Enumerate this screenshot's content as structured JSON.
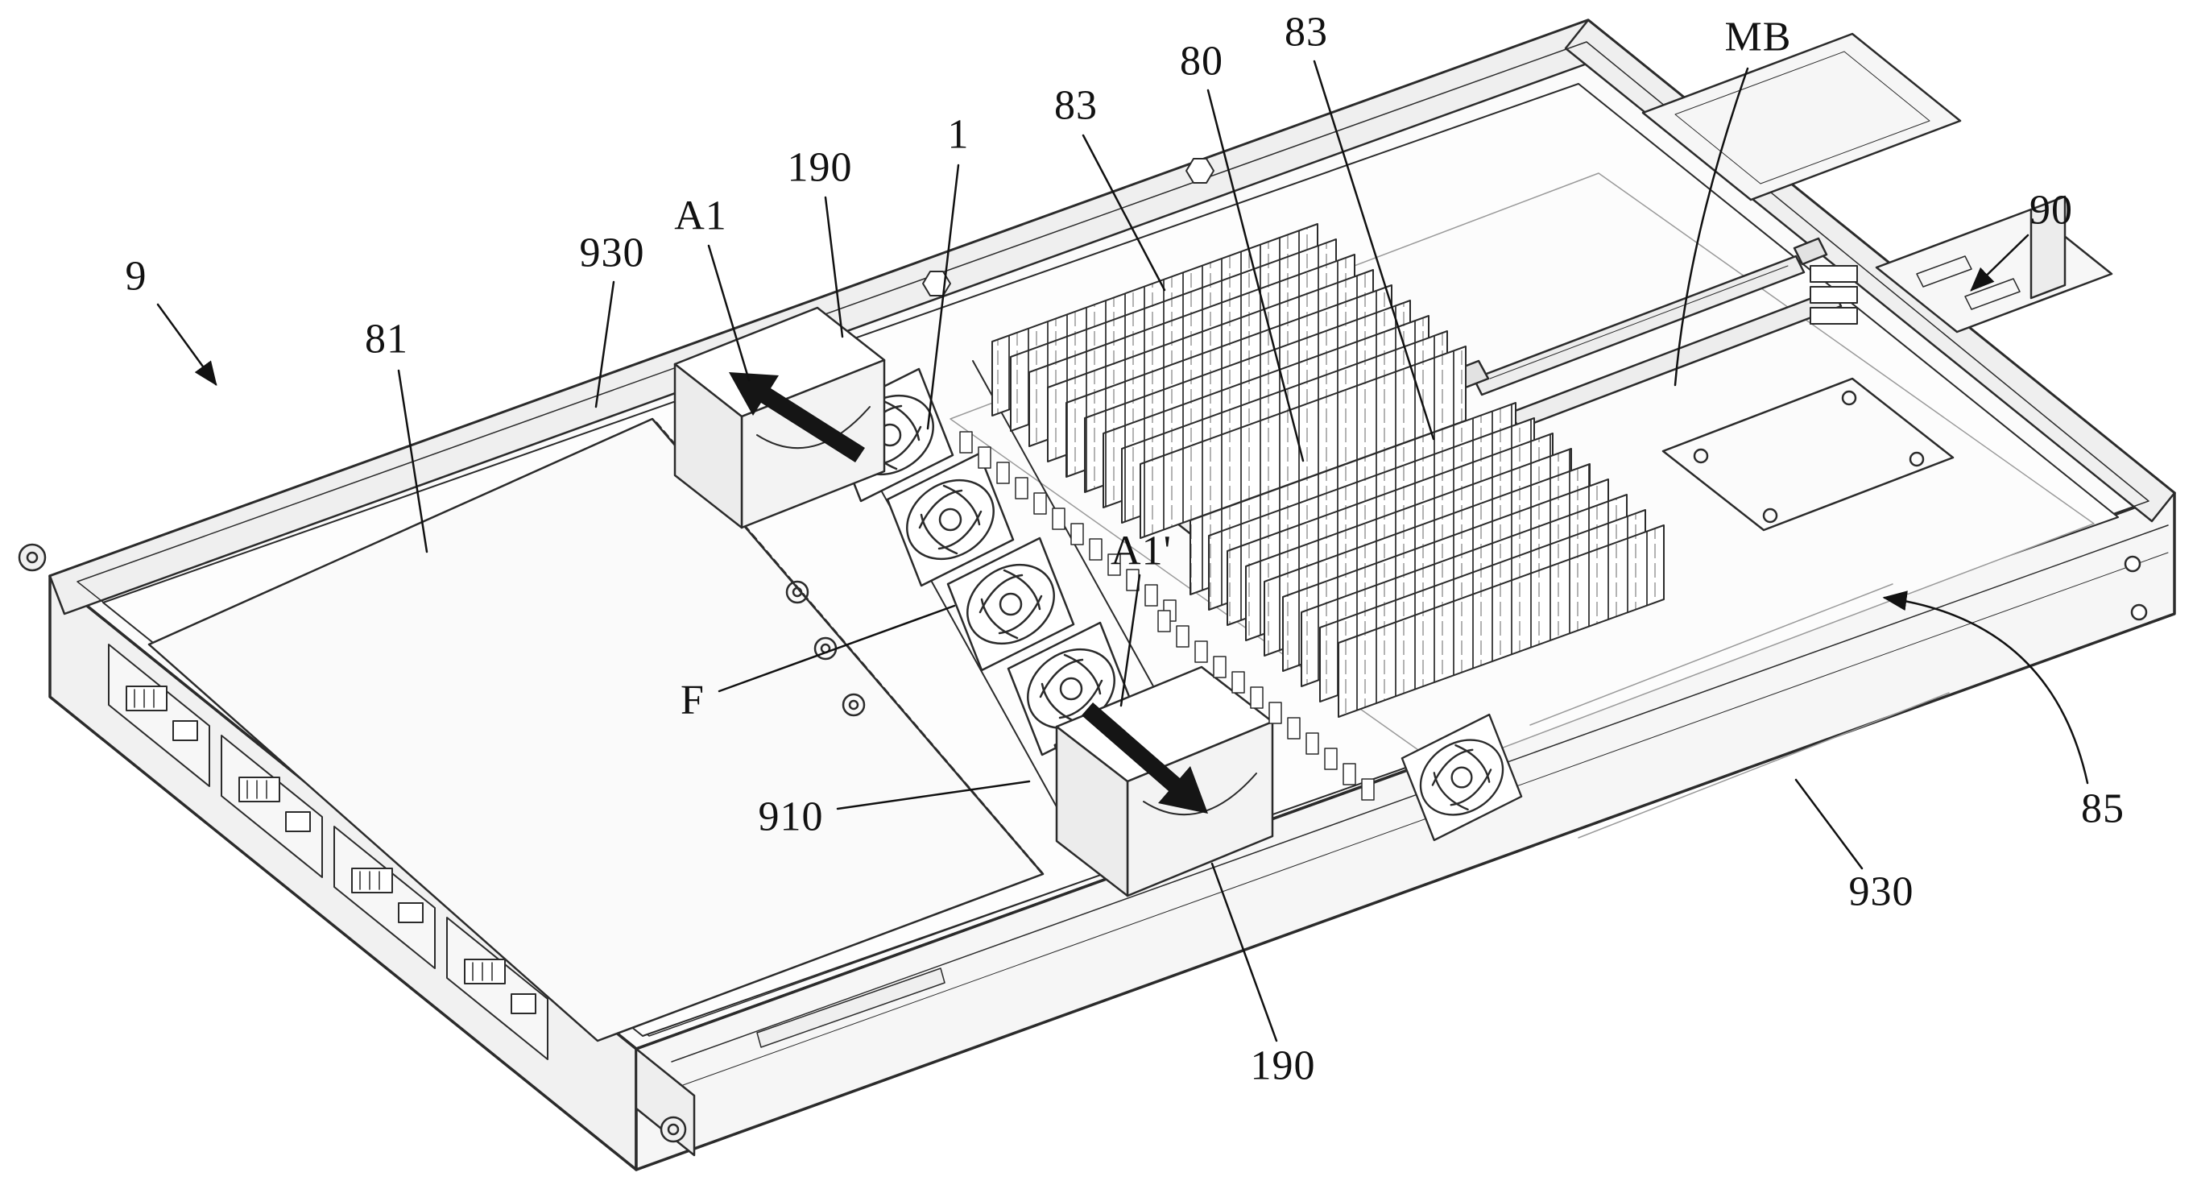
{
  "figure": {
    "colors": {
      "line": "#2b2b2b",
      "arrow": "#111111",
      "background": "#ffffff"
    },
    "labels": {
      "ref_9": "9",
      "ref_81": "81",
      "ref_930_a": "930",
      "ref_a1": "A1",
      "ref_190_a": "190",
      "ref_1": "1",
      "ref_83_a": "83",
      "ref_80": "80",
      "ref_83_b": "83",
      "ref_mb": "MB",
      "ref_90": "90",
      "ref_f": "F",
      "ref_910": "910",
      "ref_a1_prime": "A1'",
      "ref_190_b": "190",
      "ref_85": "85",
      "ref_930_b": "930"
    }
  }
}
